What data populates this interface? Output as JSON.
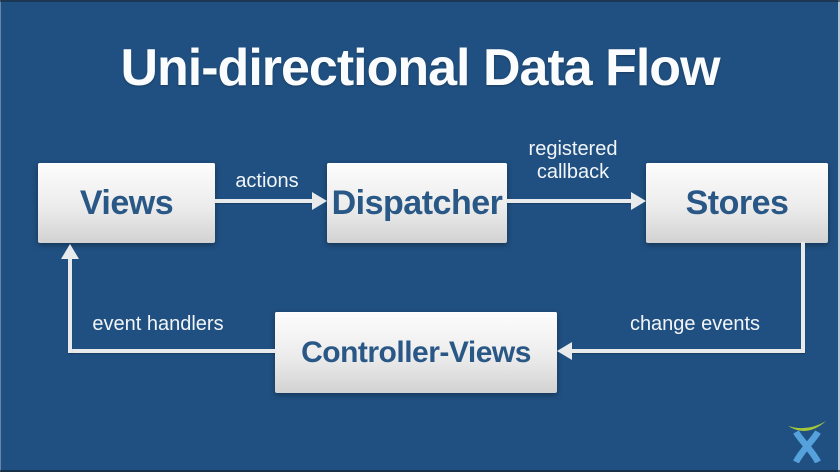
{
  "slide": {
    "title": "Uni-directional Data Flow"
  },
  "diagram": {
    "type": "flowchart",
    "nodes": [
      {
        "id": "views",
        "label": "Views"
      },
      {
        "id": "dispatcher",
        "label": "Dispatcher"
      },
      {
        "id": "stores",
        "label": "Stores"
      },
      {
        "id": "controller-views",
        "label": "Controller-Views"
      }
    ],
    "edges": [
      {
        "from": "views",
        "to": "dispatcher",
        "label": "actions"
      },
      {
        "from": "dispatcher",
        "to": "stores",
        "label": "registered callback"
      },
      {
        "from": "stores",
        "to": "controller-views",
        "label": "change events"
      },
      {
        "from": "controller-views",
        "to": "views",
        "label": "event handlers"
      }
    ]
  },
  "footer": {
    "logo": "atlassian-logo"
  },
  "colors": {
    "bg": "#205081",
    "title_text": "#FAFCFD",
    "node_top": "#FDFDFD",
    "node_bottom": "#D2D2D2",
    "node_text": "#2A5886",
    "line": "#E8EAEC",
    "label_text": "#F2F5F8",
    "logo_green": "#A5C63B",
    "logo_blue": "#55A1DB"
  }
}
